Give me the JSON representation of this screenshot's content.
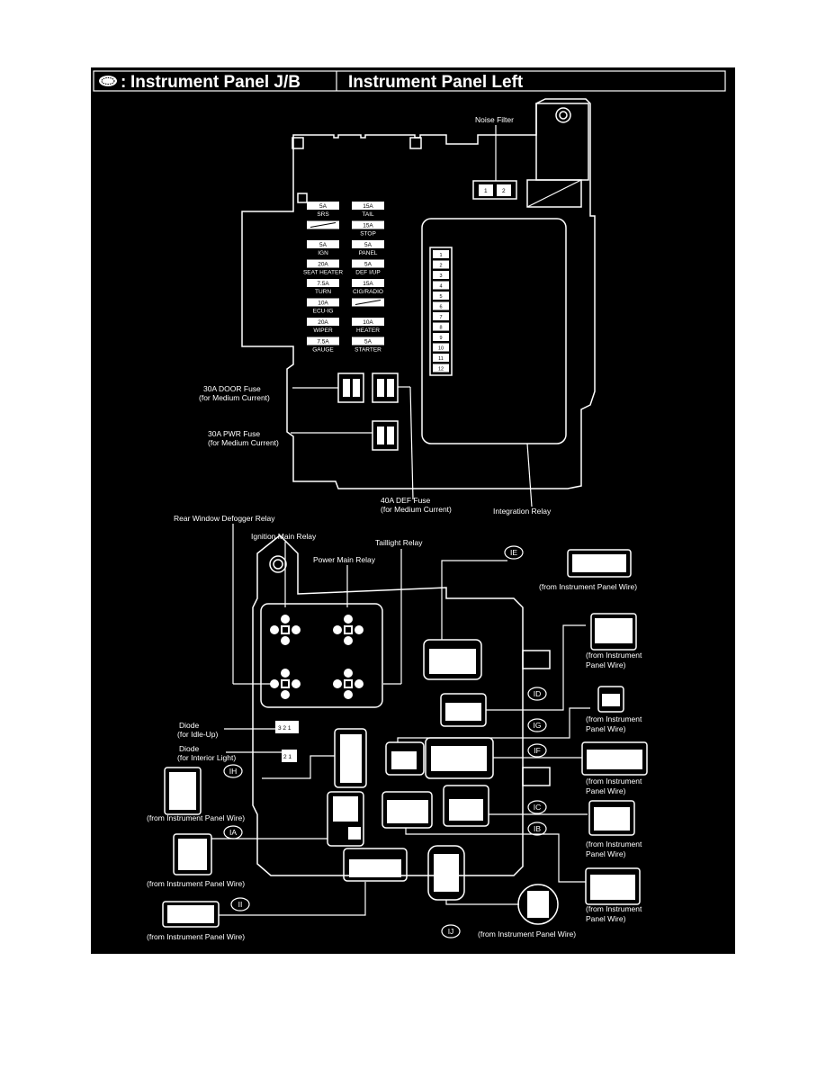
{
  "header": {
    "symbol_label": ":",
    "title_left": "Instrument Panel J/B",
    "title_right": "Instrument Panel Left"
  },
  "upper_block": {
    "noise_filter": "Noise Filter",
    "noise_pins": [
      "1",
      "2"
    ],
    "fuses": [
      {
        "amp": "5A",
        "name": "SRS"
      },
      {
        "amp": "15A",
        "name": "TAIL"
      },
      {
        "amp": "",
        "name": ""
      },
      {
        "amp": "15A",
        "name": "STOP"
      },
      {
        "amp": "5A",
        "name": "IGN"
      },
      {
        "amp": "5A",
        "name": "PANEL"
      },
      {
        "amp": "20A",
        "name": "SEAT HEATER"
      },
      {
        "amp": "5A",
        "name": "DEF I/UP"
      },
      {
        "amp": "7.5A",
        "name": "TURN"
      },
      {
        "amp": "15A",
        "name": "CIG/RADIO"
      },
      {
        "amp": "10A",
        "name": "ECU-IG"
      },
      {
        "amp": "",
        "name": ""
      },
      {
        "amp": "20A",
        "name": "WIPER"
      },
      {
        "amp": "10A",
        "name": "HEATER"
      },
      {
        "amp": "7.5A",
        "name": "GAUGE"
      },
      {
        "amp": "5A",
        "name": "STARTER"
      }
    ],
    "relay_pins": [
      "1",
      "2",
      "3",
      "4",
      "5",
      "6",
      "7",
      "8",
      "9",
      "10",
      "11",
      "12"
    ],
    "door_fuse": "30A DOOR Fuse",
    "door_fuse_sub": "(for Medium Current)",
    "pwr_fuse": "30A PWR Fuse",
    "pwr_fuse_sub": "(for Medium Current)",
    "def_fuse": "40A DEF Fuse",
    "def_fuse_sub": "(for Medium Current)",
    "integration_relay": "Integration Relay"
  },
  "lower_block": {
    "rear_window_relay": "Rear Window Defogger Relay",
    "ignition_main_relay": "Ignition Main Relay",
    "taillight_relay": "Taillight Relay",
    "power_main_relay": "Power Main Relay",
    "diode_idle": "Diode",
    "diode_idle_sub": "(for Idle-Up)",
    "diode_interior": "Diode",
    "diode_interior_sub": "(for Interior Light)",
    "connectors": {
      "IE": "IE",
      "ID": "ID",
      "IG": "IG",
      "IF": "IF",
      "IH": "IH",
      "IC": "IC",
      "IA": "IA",
      "IB": "IB",
      "II": "II",
      "IJ": "IJ"
    },
    "from_ip_wire": "(from Instrument Panel Wire)",
    "from_instrument": "(from Instrument",
    "panel_wire": "Panel Wire)"
  },
  "colors": {
    "background": "#000000",
    "foreground": "#ffffff"
  }
}
